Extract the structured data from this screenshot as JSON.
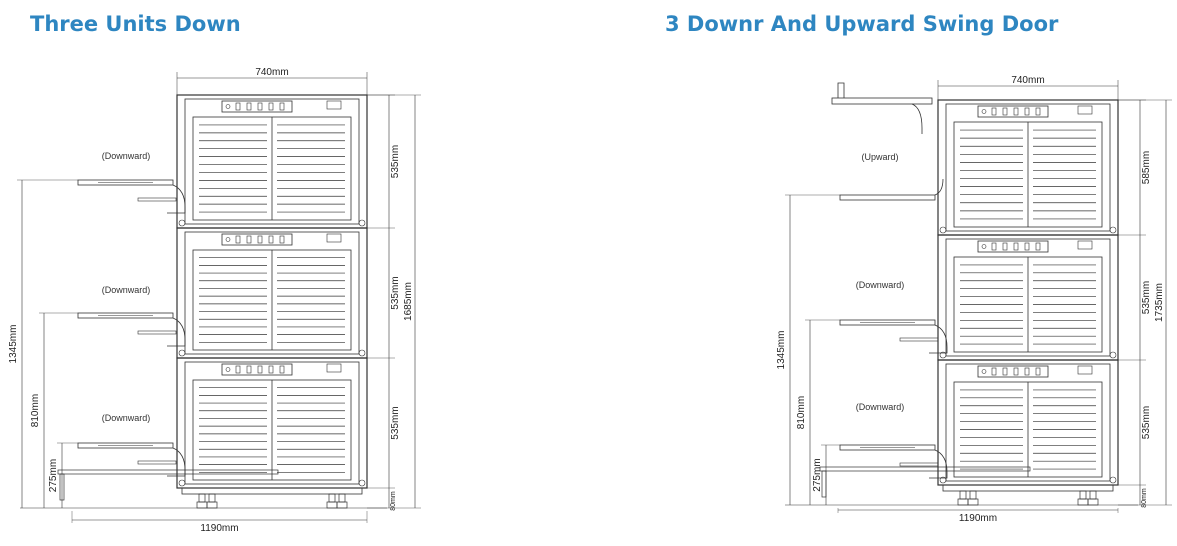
{
  "left": {
    "title": "Three Units Down",
    "width_top": "740mm",
    "width_bottom": "1190mm",
    "heights": [
      "535mm",
      "535mm",
      "535mm"
    ],
    "total_height": "1685mm",
    "door_heights": [
      "1345mm",
      "810mm",
      "275mm"
    ],
    "feet": "80mm",
    "door_labels": [
      "(Downward)",
      "(Downward)",
      "(Downward)"
    ]
  },
  "right": {
    "title": "3 Downr And Upward Swing Door",
    "width_top": "740mm",
    "width_bottom": "1190mm",
    "heights": [
      "585mm",
      "535mm",
      "535mm"
    ],
    "total_height": "1735mm",
    "door_heights": [
      "1345mm",
      "810mm",
      "275mm"
    ],
    "feet": "80mm",
    "door_labels": [
      "(Upward)",
      "(Downward)",
      "(Downward)"
    ]
  },
  "colors": {
    "title": "#2e86c1",
    "line": "#333333"
  }
}
